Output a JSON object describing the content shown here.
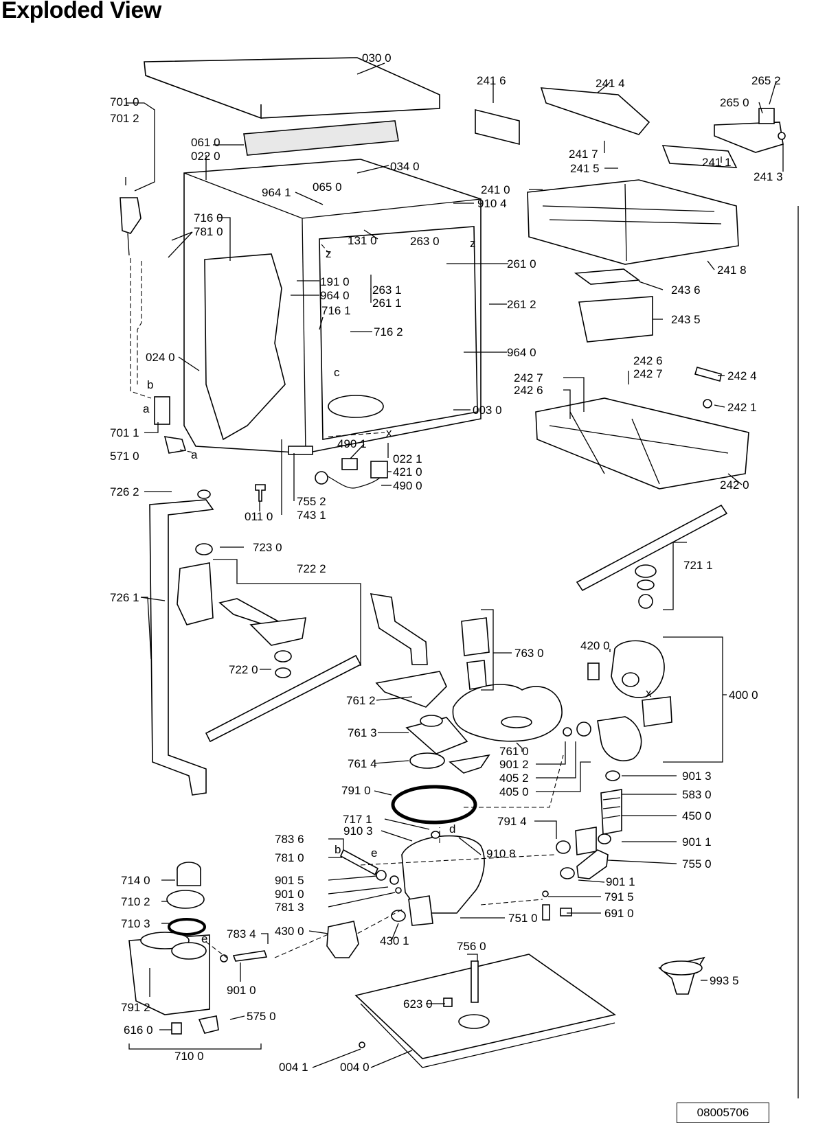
{
  "title": "Exploded View",
  "doc_number": "08005706",
  "letters": {
    "a": "a",
    "b": "b",
    "c": "c",
    "d": "d",
    "e": "e",
    "x": "x",
    "z": "z"
  },
  "parts": {
    "p0300": "030 0",
    "p7010": "701 0",
    "p7012": "701 2",
    "p0610": "061 0",
    "p0220": "022 0",
    "p0340": "034 0",
    "p9641": "964 1",
    "p0650": "065 0",
    "p9104": "910 4",
    "p7160": "716 0",
    "p7810": "781 0",
    "p1310": "131 0",
    "p2630": "263 0",
    "p2610": "261 0",
    "p1910": "191 0",
    "p2631": "263 1",
    "p9640": "964 0",
    "p2611": "261 1",
    "p2612": "261 2",
    "p7161": "716 1",
    "p7162": "716 2",
    "p0240": "024 0",
    "p0030": "003 0",
    "p7011": "701 1",
    "p4901": "490 1",
    "p0221": "022 1",
    "p5710": "571 0",
    "p4210": "421 0",
    "p4900": "490 0",
    "p7262": "726 2",
    "p7552": "755 2",
    "p7431": "743 1",
    "p0110": "011 0",
    "p2416": "241 6",
    "p2414": "241 4",
    "p2652": "265 2",
    "p2650": "265 0",
    "p2417": "241 7",
    "p2415": "241 5",
    "p2411": "241 1",
    "p2413": "241 3",
    "p2410": "241 0",
    "p2418": "241 8",
    "p2436": "243 6",
    "p2435": "243 5",
    "p2426": "242 6",
    "p2427": "242 7",
    "p2424": "242 4",
    "p2421": "242 1",
    "p2420": "242 0",
    "p7230": "723 0",
    "p7222": "722 2",
    "p7211": "721 1",
    "p7261": "726 1",
    "p7630": "763 0",
    "p4200": "420 0",
    "p7220": "722 0",
    "p4000": "400 0",
    "p7612": "761 2",
    "p7613": "761 3",
    "p7610": "761 0",
    "p9012": "901 2",
    "p7614": "761 4",
    "p4052": "405 2",
    "p4050": "405 0",
    "p9013": "901 3",
    "p7910": "791 0",
    "p5830": "583 0",
    "p7171": "717 1",
    "p7914": "791 4",
    "p4500": "450 0",
    "p9103": "910 3",
    "p7836": "783 6",
    "p9108": "910 8",
    "p9011": "901 1",
    "p7550": "755 0",
    "p9015": "901 5",
    "p7140": "714 0",
    "p9010": "901 0",
    "p7102": "710 2",
    "p7813": "781 3",
    "p7915": "791 5",
    "p6910": "691 0",
    "p7510": "751 0",
    "p7103": "710 3",
    "p7834": "783 4",
    "p4300": "430 0",
    "p4301": "430 1",
    "p7560": "756 0",
    "p6230": "623 0",
    "p9935": "993 5",
    "p7912": "791 2",
    "p5750": "575 0",
    "p6160": "616 0",
    "p7100": "710 0",
    "p0041": "004 1",
    "p0040": "004 0"
  }
}
